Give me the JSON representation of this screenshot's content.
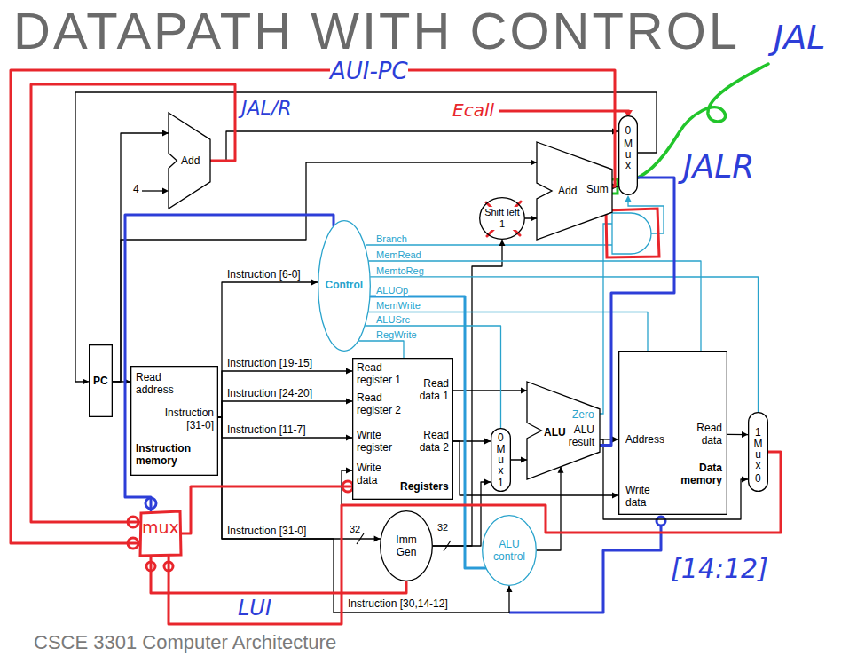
{
  "diagram": {
    "title": "DATAPATH WITH CONTROL",
    "nodes": [
      {
        "text": [
          "PC"
        ]
      },
      {
        "text": [
          "Add"
        ]
      },
      {
        "text": [
          "Add",
          "Sum"
        ]
      },
      {
        "text": [
          "0",
          "Mux"
        ]
      },
      {
        "text": [
          "Shift left 1"
        ]
      },
      {
        "text": [
          "Control"
        ]
      },
      {
        "text": [
          "Read address",
          "Instruction [31-0]",
          "Instruction memory"
        ]
      },
      {
        "text": [
          "Read register 1",
          "Read register 2",
          "Write register",
          "Write data",
          "Read data 1",
          "Read data 2",
          "Registers"
        ]
      },
      {
        "text": [
          "0",
          "Mux",
          "1"
        ]
      },
      {
        "text": [
          "Zero",
          "ALU",
          "ALU result"
        ]
      },
      {
        "text": [
          "Address",
          "Read data",
          "Write data",
          "Data memory"
        ]
      },
      {
        "text": [
          "1",
          "Mux",
          "0"
        ]
      },
      {
        "text": [
          "Imm Gen"
        ]
      },
      {
        "text": [
          "ALU control"
        ]
      },
      {
        "text": [
          "mux"
        ]
      }
    ],
    "edges": [
      {
        "from": 0,
        "to": 6,
        "arrow": "to"
      },
      {
        "from": 0,
        "to": 1,
        "arrow": "to"
      },
      {
        "from": 0,
        "to": 2,
        "arrow": "to"
      },
      {
        "from": 1,
        "to": 3,
        "arrow": "to"
      },
      {
        "from": 2,
        "to": 3,
        "arrow": "to"
      },
      {
        "from": 3,
        "to": 0,
        "arrow": "to"
      },
      {
        "from": 6,
        "to": 5,
        "label": "Instruction [6-0]",
        "arrow": "to"
      },
      {
        "from": 6,
        "to": 7,
        "label": "Instruction [19-15]",
        "arrow": "to"
      },
      {
        "from": 6,
        "to": 7,
        "label": "Instruction [24-20]",
        "arrow": "to"
      },
      {
        "from": 6,
        "to": 7,
        "label": "Instruction [11-7]",
        "arrow": "to"
      },
      {
        "from": 6,
        "to": 12,
        "label": "Instruction [31-0]",
        "arrow": "to"
      },
      {
        "from": 6,
        "to": 13,
        "label": "Instruction [30,14-12]",
        "arrow": "to"
      },
      {
        "from": 7,
        "to": 9,
        "arrow": "to"
      },
      {
        "from": 7,
        "to": 8,
        "arrow": "to"
      },
      {
        "from": 7,
        "to": 10,
        "arrow": "to"
      },
      {
        "from": 12,
        "to": 8,
        "arrow": "to"
      },
      {
        "from": 12,
        "to": 4,
        "arrow": "to"
      },
      {
        "from": 4,
        "to": 2,
        "arrow": "to"
      },
      {
        "from": 8,
        "to": 9,
        "arrow": "to"
      },
      {
        "from": 13,
        "to": 9,
        "arrow": "to"
      },
      {
        "from": 9,
        "to": 10,
        "arrow": "to"
      },
      {
        "from": 9,
        "to": 11,
        "arrow": "to"
      },
      {
        "from": 10,
        "to": 11,
        "arrow": "to"
      },
      {
        "from": 11,
        "to": 7,
        "arrow": "to"
      },
      {
        "from": 5,
        "to": 10,
        "label": "MemRead",
        "arrow": "none"
      },
      {
        "from": 5,
        "to": 11,
        "label": "MemtoReg",
        "arrow": "none"
      },
      {
        "from": 5,
        "to": 13,
        "label": "ALUOp",
        "arrow": "none"
      },
      {
        "from": 5,
        "to": 10,
        "label": "MemWrite",
        "arrow": "none"
      },
      {
        "from": 5,
        "to": 8,
        "label": "ALUSrc",
        "arrow": "none"
      },
      {
        "from": 5,
        "to": 7,
        "label": "RegWrite",
        "arrow": "none"
      },
      {
        "from": 5,
        "to": 14,
        "arrow": "none"
      },
      {
        "from": 1,
        "to": 14,
        "arrow": "none"
      },
      {
        "from": 2,
        "to": 14,
        "arrow": "none"
      },
      {
        "from": 12,
        "to": 14,
        "arrow": "none"
      },
      {
        "from": 11,
        "to": 14,
        "arrow": "none"
      },
      {
        "from": 14,
        "to": 7,
        "arrow": "none"
      },
      {
        "from": 9,
        "to": 3,
        "arrow": "none"
      }
    ],
    "labels": [
      "4",
      "32",
      "32",
      "Branch",
      "AUI-PC",
      "JAL/R",
      "Ecall",
      "JAL",
      "JALR",
      "LUI",
      "[14:12]",
      "CSCE 3301 Computer Architecture"
    ]
  }
}
